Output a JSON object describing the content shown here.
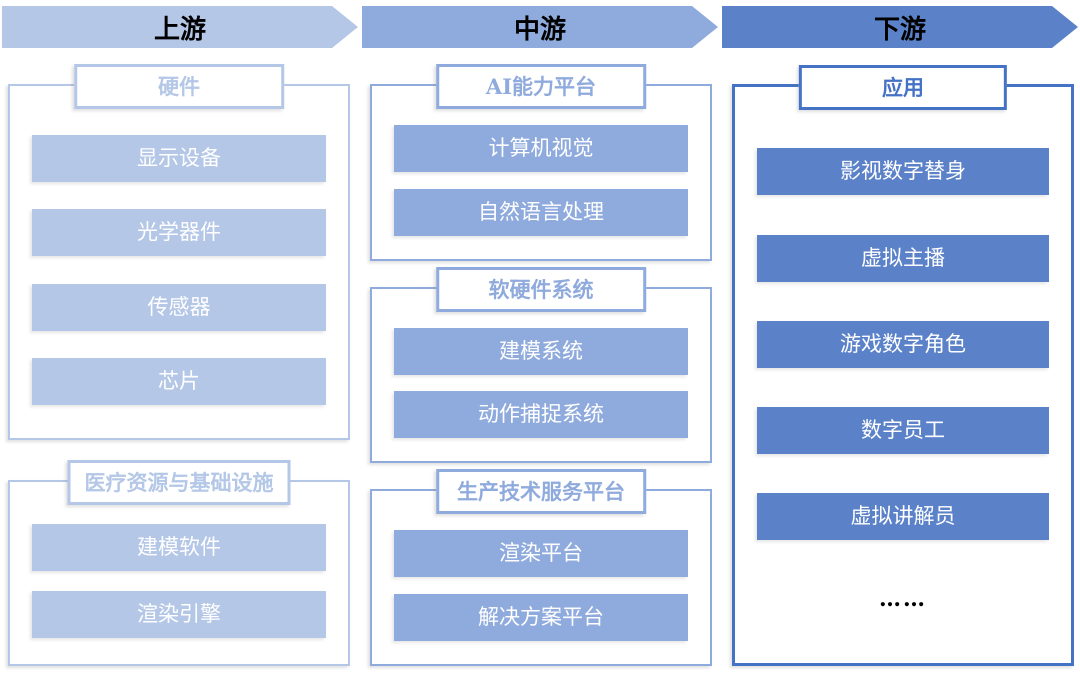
{
  "stages": [
    {
      "label": "上游"
    },
    {
      "label": "中游"
    },
    {
      "label": "下游"
    }
  ],
  "columns": [
    {
      "stage": "上游",
      "groups": [
        {
          "title": "硬件",
          "items": [
            "显示设备",
            "光学器件",
            "传感器",
            "芯片"
          ]
        },
        {
          "title": "医疗资源与基础设施",
          "items": [
            "建模软件",
            "渲染引擎"
          ]
        }
      ]
    },
    {
      "stage": "中游",
      "groups": [
        {
          "title": "AI能力平台",
          "items": [
            "计算机视觉",
            "自然语言处理"
          ]
        },
        {
          "title": "软硬件系统",
          "items": [
            "建模系统",
            "动作捕捉系统"
          ]
        },
        {
          "title": "生产技术服务平台",
          "items": [
            "渲染平台",
            "解决方案平台"
          ]
        }
      ]
    },
    {
      "stage": "下游",
      "groups": [
        {
          "title": "应用",
          "items": [
            "影视数字替身",
            "虚拟主播",
            "游戏数字角色",
            "数字员工",
            "虚拟讲解员"
          ],
          "more_label": "……"
        }
      ]
    }
  ],
  "colors": {
    "upstream": "#b4c7e7",
    "midstream": "#8faadc",
    "downstream_fill": "#5b82c9",
    "downstream_border": "#4472c4",
    "item_text": "#ffffff",
    "arrow_label_text": "#000000"
  }
}
